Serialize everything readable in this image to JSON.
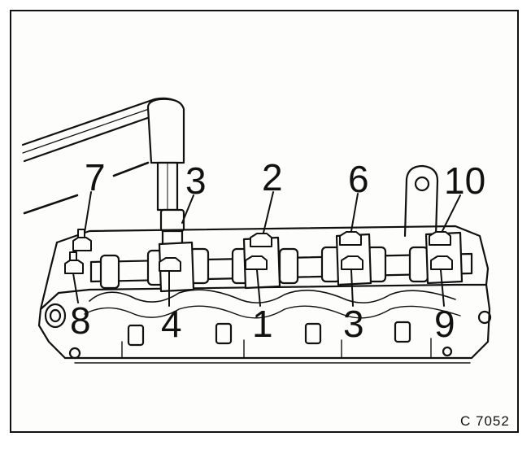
{
  "figure": {
    "code": "C 7052",
    "bolt_labels": {
      "l7": "7",
      "l3_tool": "3",
      "l2": "2",
      "l6": "6",
      "l10": "10",
      "l8": "8",
      "l4": "4",
      "l1": "1",
      "l3": "3",
      "l9": "9"
    }
  },
  "colors": {
    "ink": "#111111",
    "paper": "#fdfdfc"
  }
}
